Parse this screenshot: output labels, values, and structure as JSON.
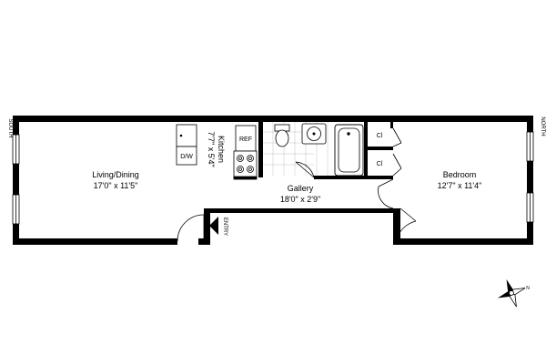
{
  "rooms": {
    "living": {
      "name": "Living/Dining",
      "dims": "17'0\" x 11'5\""
    },
    "kitchen": {
      "name": "Kitchen",
      "dims": "7'7\" x 5'4\""
    },
    "gallery": {
      "name": "Gallery",
      "dims": "18'0\" x 2'9\""
    },
    "bedroom": {
      "name": "Bedroom",
      "dims": "12'7\" x 11'4\""
    }
  },
  "fixtures": {
    "dishwasher": "D/W",
    "refrigerator": "REF",
    "closet_1": "Cl",
    "closet_2": "Cl"
  },
  "labels": {
    "entry": "ENTRY",
    "south": "SOUTH",
    "north": "NORTH"
  },
  "compass": {
    "letter": "N"
  }
}
